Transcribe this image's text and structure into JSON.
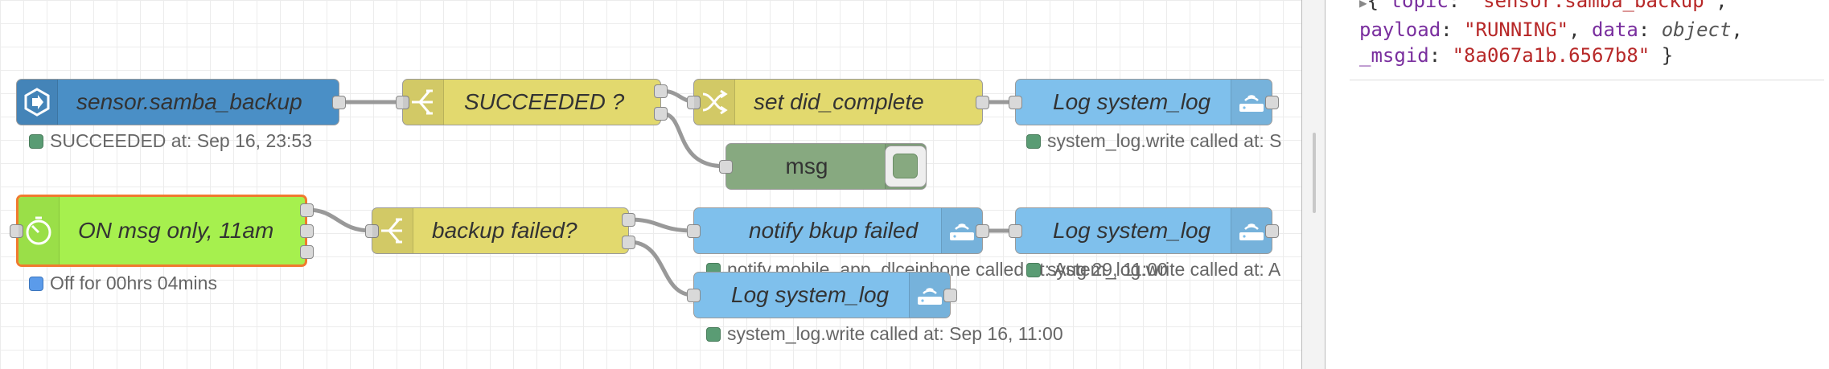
{
  "nodes": {
    "samba_sensor": {
      "label": "sensor.samba_backup",
      "icon": "arrow-right-hexagon-icon",
      "color": "#4a8fc6",
      "status": "SUCCEEDED at: Sep 16, 23:53"
    },
    "succeeded_switch": {
      "label": "SUCCEEDED ?",
      "icon": "switch-branch-icon",
      "color": "#e2d96e"
    },
    "set_did_complete": {
      "label": "set did_complete",
      "icon": "shuffle-icon",
      "color": "#e2d96e"
    },
    "log_system_log_1": {
      "label": "Log system_log",
      "icon": "router-icon",
      "color": "#7fc0ec",
      "status": "system_log.write called at: S"
    },
    "msg_debug": {
      "label": "msg",
      "icon": "list-icon",
      "color": "#87a980"
    },
    "on_msg_only": {
      "label": "ON msg only, 11am",
      "icon": "timer-icon",
      "color": "#a6f04e",
      "status": "Off for 00hrs 04mins"
    },
    "backup_failed": {
      "label": "backup failed?",
      "icon": "switch-branch-icon",
      "color": "#e2d96e"
    },
    "notify_bkup_failed": {
      "label": "notify bkup failed",
      "icon": "router-icon",
      "color": "#7fc0ec",
      "status": "notify.mobile_app_dlceiphone called at: Aug 29, 11:00"
    },
    "log_system_log_2": {
      "label": "Log system_log",
      "icon": "router-icon",
      "color": "#7fc0ec",
      "status": "system_log.write called at: A"
    },
    "log_system_log_3": {
      "label": "Log system_log",
      "icon": "router-icon",
      "color": "#7fc0ec",
      "status": "system_log.write called at: Sep 16, 11:00"
    }
  },
  "debug": {
    "line1_prefix": "{ ",
    "topic_key": "topic",
    "topic_value": "\"sensor.samba_backup\"",
    "payload_key": "payload",
    "payload_value": "\"RUNNING\"",
    "data_key": "data",
    "data_value": "object",
    "msgid_key": "_msgid",
    "msgid_value": "\"8a067a1b.6567b8\"",
    "close": " }"
  }
}
